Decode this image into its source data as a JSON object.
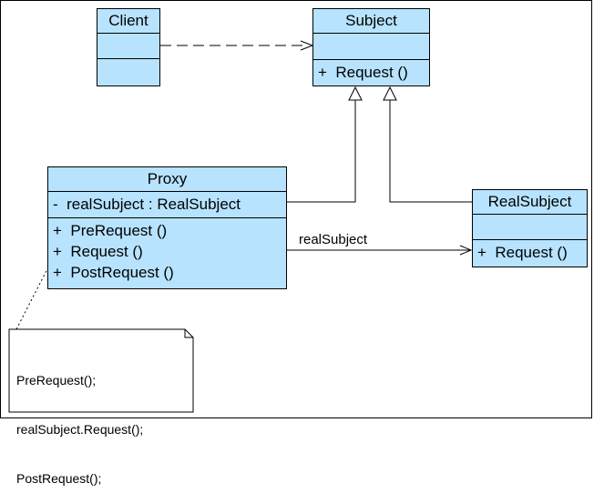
{
  "classes": {
    "client": {
      "name": "Client",
      "attributes": [],
      "operations": []
    },
    "subject": {
      "name": "Subject",
      "attributes": [],
      "operations": [
        "+  Request ()"
      ]
    },
    "proxy": {
      "name": "Proxy",
      "attributes": [
        "-  realSubject : RealSubject"
      ],
      "operations": [
        "+  PreRequest ()",
        "+  Request ()",
        "+  PostRequest ()"
      ]
    },
    "realsubject": {
      "name": "RealSubject",
      "attributes": [],
      "operations": [
        "+  Request ()"
      ]
    }
  },
  "association": {
    "label": "realSubject"
  },
  "note": {
    "lines": [
      "PreRequest();",
      "realSubject.Request();",
      "PostRequest();"
    ]
  },
  "colors": {
    "class_fill": "#b7e3ff",
    "note_fill": "#ffffff",
    "line": "#000000"
  }
}
